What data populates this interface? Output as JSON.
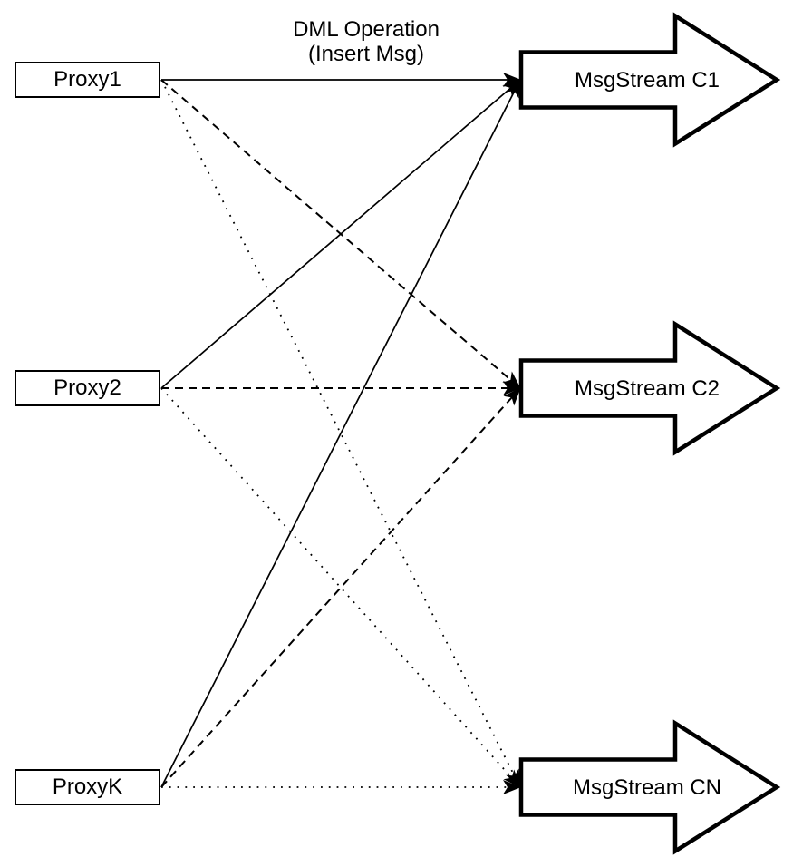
{
  "diagram": {
    "annotation": {
      "line1": "DML Operation",
      "line2": "(Insert Msg)"
    },
    "proxies": [
      {
        "id": "proxy1",
        "label": "Proxy1"
      },
      {
        "id": "proxy2",
        "label": "Proxy2"
      },
      {
        "id": "proxyk",
        "label": "ProxyK"
      }
    ],
    "streams": [
      {
        "id": "c1",
        "label": "MsgStream C1"
      },
      {
        "id": "c2",
        "label": "MsgStream C2"
      },
      {
        "id": "cn",
        "label": "MsgStream CN"
      }
    ],
    "edges": [
      {
        "from": "proxy1",
        "to": "c1",
        "style": "solid"
      },
      {
        "from": "proxy1",
        "to": "c2",
        "style": "dashed"
      },
      {
        "from": "proxy1",
        "to": "cn",
        "style": "dotted"
      },
      {
        "from": "proxy2",
        "to": "c1",
        "style": "solid"
      },
      {
        "from": "proxy2",
        "to": "c2",
        "style": "dashed"
      },
      {
        "from": "proxy2",
        "to": "cn",
        "style": "dotted"
      },
      {
        "from": "proxyk",
        "to": "c1",
        "style": "solid"
      },
      {
        "from": "proxyk",
        "to": "c2",
        "style": "dashed"
      },
      {
        "from": "proxyk",
        "to": "cn",
        "style": "dotted"
      }
    ],
    "colors": {
      "line": "#000000",
      "shape_fill": "#ffffff",
      "background": "#ffffff"
    }
  }
}
